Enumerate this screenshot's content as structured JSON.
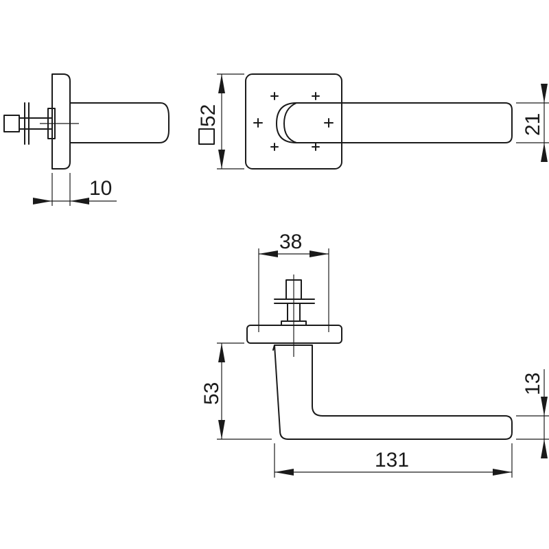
{
  "dimensions": {
    "rose_thickness": "10",
    "rose_square_size": "52",
    "lever_height": "21",
    "rose_width": "38",
    "lever_drop": "53",
    "lever_tip_height": "13",
    "lever_length": "131"
  },
  "colors": {
    "line": "#1a1a1a",
    "background": "#ffffff"
  }
}
